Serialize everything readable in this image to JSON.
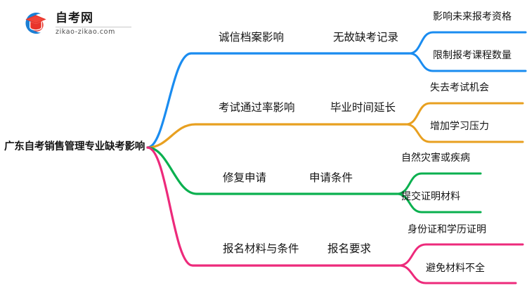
{
  "logo": {
    "title": "自考网",
    "domain": "zikao-zikao.com",
    "mark_icon": "graduation-cap-logo-icon",
    "colors": {
      "arc": "#1b7fd4",
      "cap": "#e8342a",
      "cap_dark": "#c32a20"
    }
  },
  "mindmap": {
    "root": {
      "label": "广东自考销售管理专业缺考影响"
    },
    "branches": [
      {
        "color": "#1a8cf0",
        "color_name": "blue",
        "level1": "诚信档案影响",
        "level2": "无故缺考记录",
        "level3": [
          "影响未来报考资格",
          "限制报考课程数量"
        ]
      },
      {
        "color": "#e8a020",
        "color_name": "orange",
        "level1": "考试通过率影响",
        "level2": "毕业时间延长",
        "level3": [
          "失去考试机会",
          "增加学习压力"
        ]
      },
      {
        "color": "#0ab04f",
        "color_name": "green",
        "level1": "修复申请",
        "level2": "申请条件",
        "level3": [
          "自然灾害或疾病",
          "提交证明材料"
        ]
      },
      {
        "color": "#ed2a7b",
        "color_name": "pink",
        "level1": "报名材料与条件",
        "level2": "报名要求",
        "level3": [
          "身份证和学历证明",
          "避免材料不全"
        ]
      }
    ]
  }
}
